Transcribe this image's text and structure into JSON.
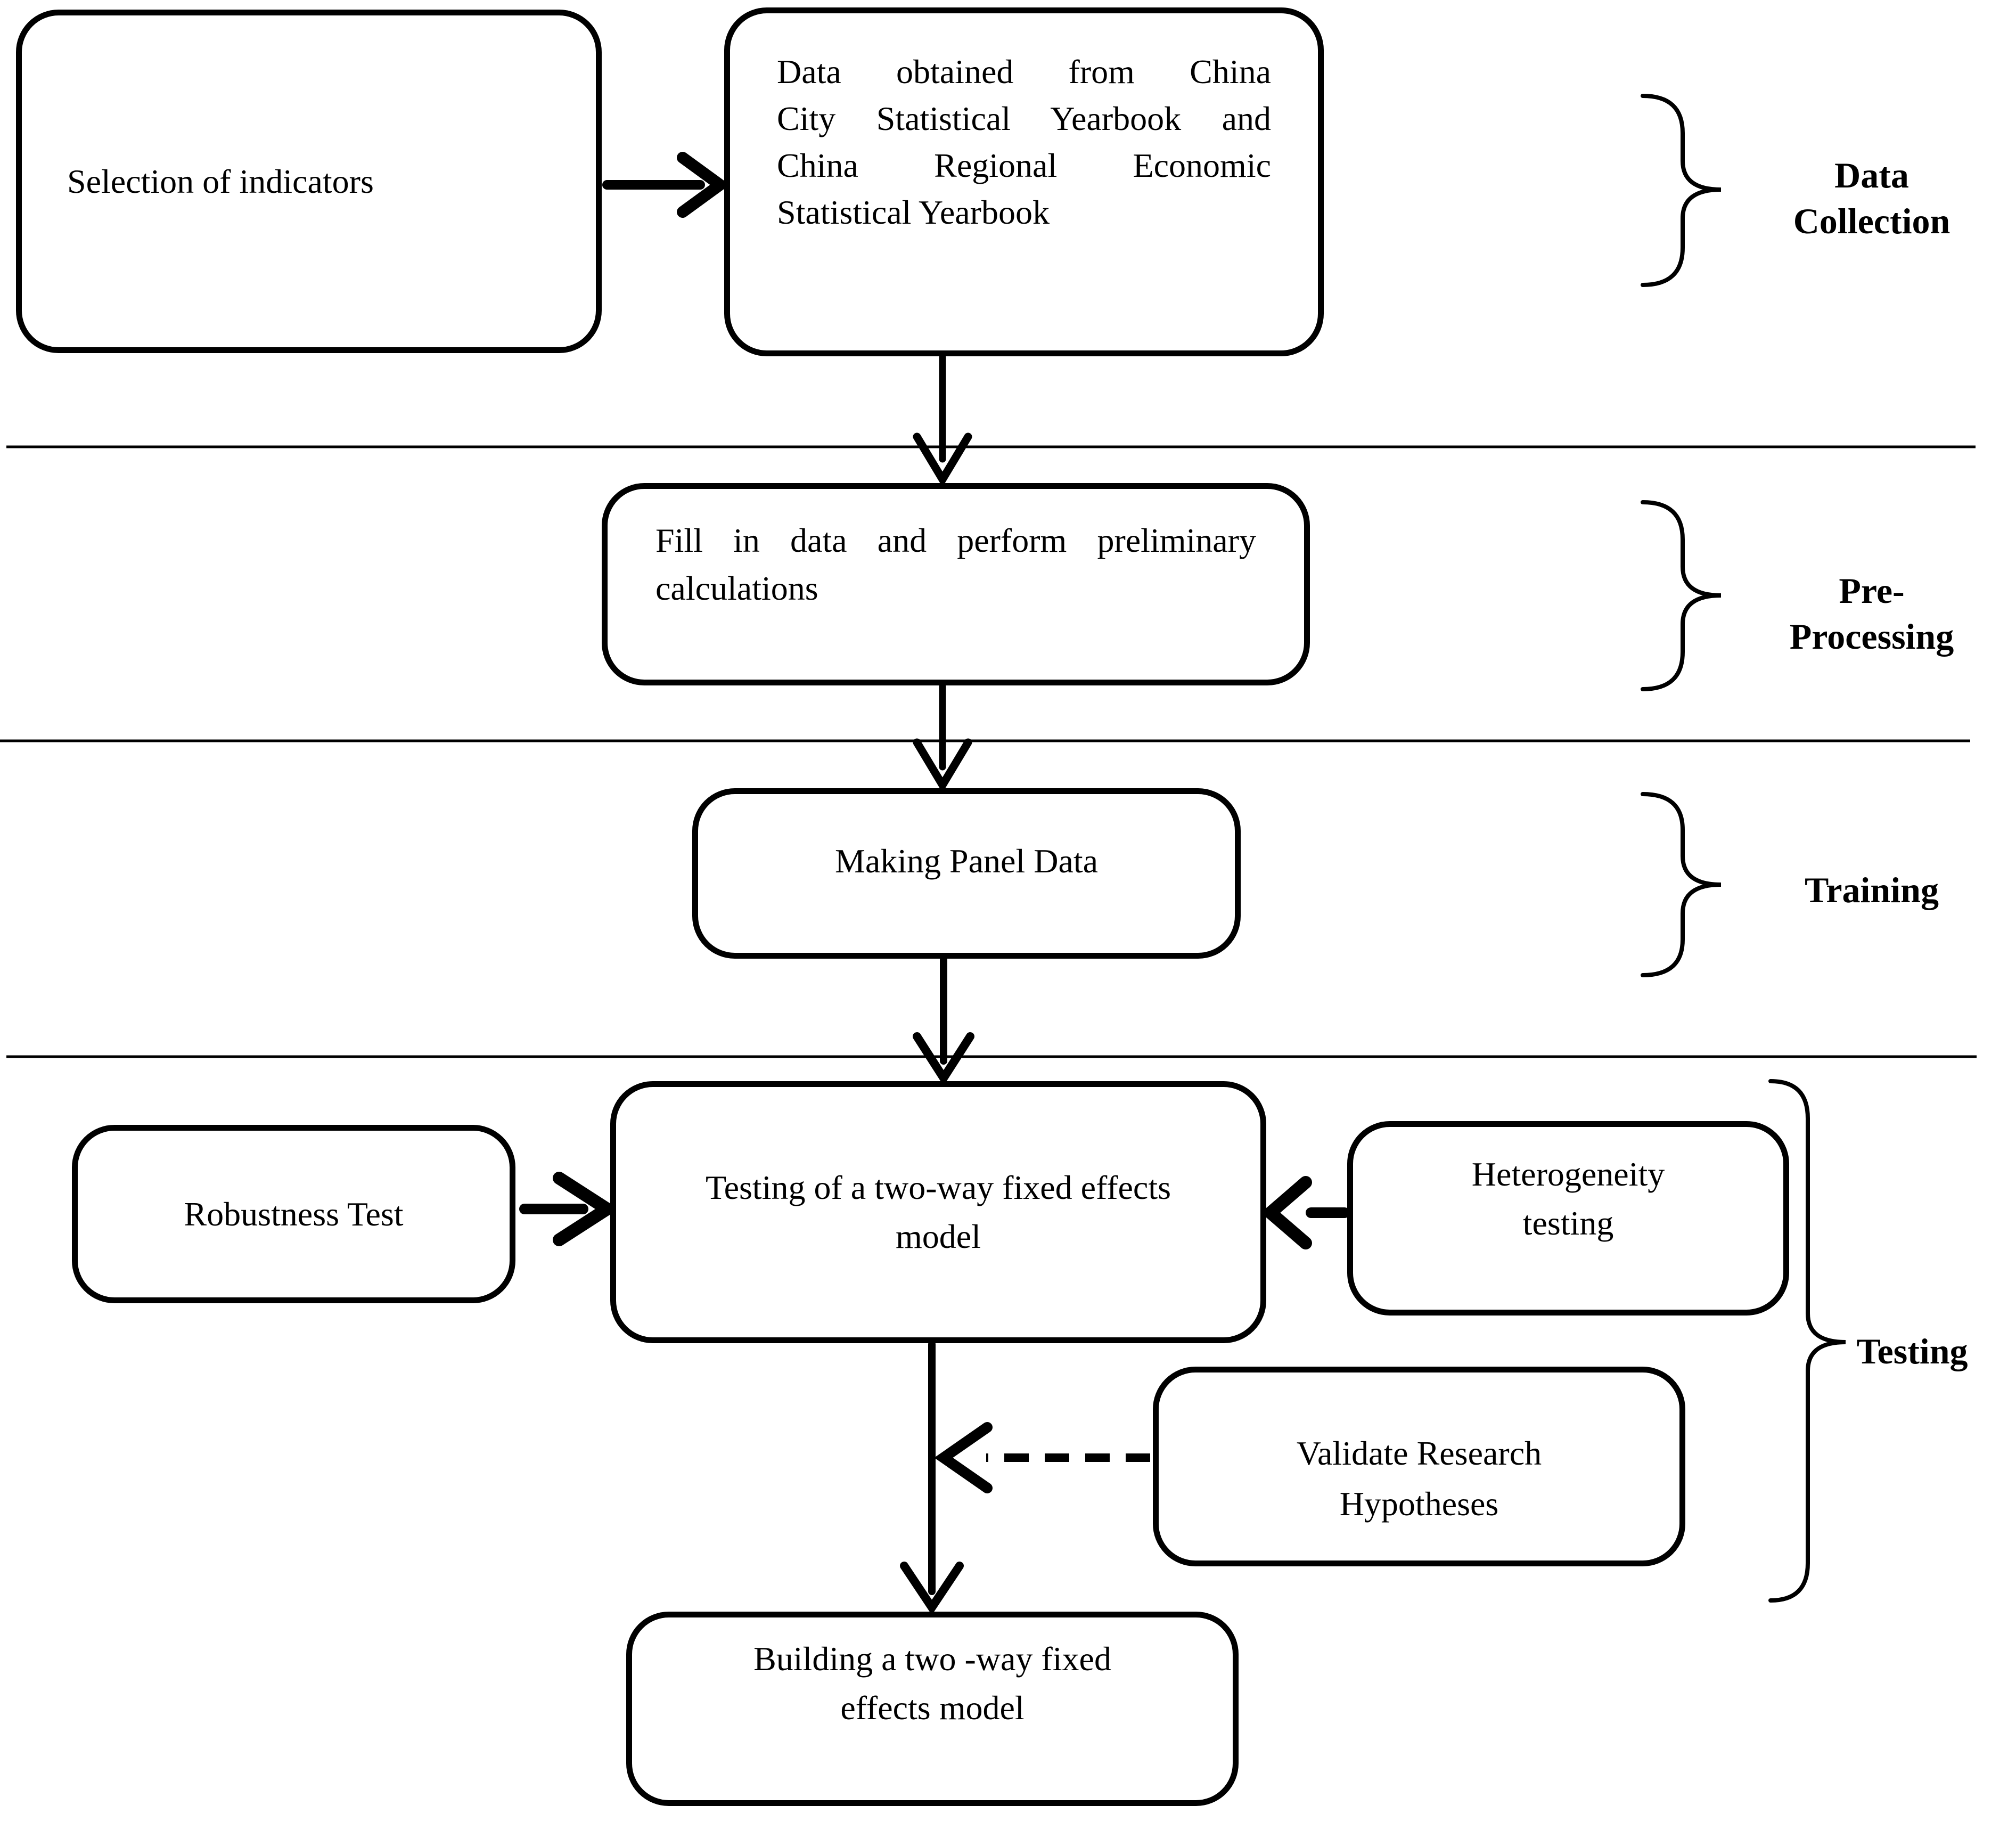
{
  "figure": {
    "type": "research-methodology-flowchart",
    "background_color": "#ffffff",
    "ink_color": "#000000",
    "nodes": {
      "selection": {
        "label": "Selection of indicators"
      },
      "data_source": {
        "line1": "Data obtained from China",
        "line2": "City Statistical Yearbook and",
        "line3": "China Regional Economic",
        "line4": "Statistical Yearbook"
      },
      "fill_data": {
        "line1": "Fill in data and perform preliminary",
        "line2": "calculations"
      },
      "panel_data": {
        "label": "Making Panel Data"
      },
      "testing_model": {
        "line1": "Testing of a two-way fixed effects",
        "line2": "model"
      },
      "robustness": {
        "label": "Robustness Test"
      },
      "heterogeneity": {
        "line1": "Heterogeneity",
        "line2": "testing"
      },
      "validate": {
        "line1": "Validate Research",
        "line2": "Hypotheses"
      },
      "building": {
        "line1": "Building a two -way fixed",
        "line2": "effects model"
      }
    },
    "stages": {
      "data_collection": {
        "line1": "Data",
        "line2": "Collection"
      },
      "pre_processing": {
        "line1": "Pre-",
        "line2": "Processing"
      },
      "training": {
        "label": "Training"
      },
      "testing": {
        "label": "Testing"
      }
    }
  }
}
